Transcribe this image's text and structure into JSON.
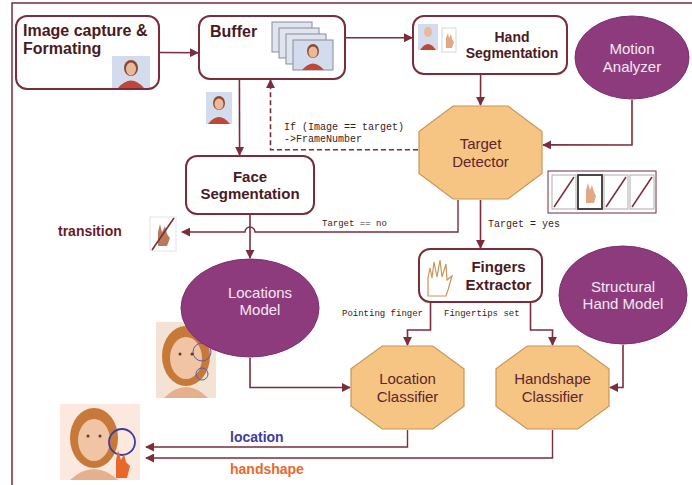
{
  "diagram": {
    "nodes": [
      {
        "text": [
          "Image capture & Formating"
        ]
      },
      {
        "text": [
          "Buffer"
        ]
      },
      {
        "text": [
          "Hand Segmentation"
        ]
      },
      {
        "text": [
          "Motion Analyzer"
        ]
      },
      {
        "text": [
          "Target Detector"
        ]
      },
      {
        "text": [
          "Face Segmentation"
        ]
      },
      {
        "text": [
          "Fingers Extractor"
        ]
      },
      {
        "text": [
          "Structural Hand Model"
        ]
      },
      {
        "text": [
          "Locations Model"
        ]
      },
      {
        "text": [
          "Location Classifier"
        ]
      },
      {
        "text": [
          "Handshape Classifier"
        ]
      }
    ],
    "edges": [
      {
        "from": 0,
        "to": 1,
        "arrow": "to"
      },
      {
        "from": 1,
        "to": 2,
        "arrow": "to"
      },
      {
        "from": 2,
        "to": 4,
        "arrow": "to"
      },
      {
        "from": 3,
        "to": 4,
        "arrow": "to"
      },
      {
        "from": 4,
        "to": 1,
        "label": "If (Image == target) ->FrameNumber",
        "arrow": "to"
      },
      {
        "from": 1,
        "to": 5,
        "arrow": "to"
      },
      {
        "from": 4,
        "to": 6,
        "label": "Target = yes",
        "arrow": "to"
      },
      {
        "from": 5,
        "to": 8,
        "arrow": "to"
      },
      {
        "from": 6,
        "to": 9,
        "label": "Pointing finger",
        "arrow": "to"
      },
      {
        "from": 6,
        "to": 10,
        "label": "Fingertips set",
        "arrow": "to"
      },
      {
        "from": 7,
        "to": 10,
        "arrow": "to"
      },
      {
        "from": 8,
        "to": 9,
        "arrow": "to"
      }
    ],
    "labels": [
      "transition",
      "Target == no",
      "location",
      "handshape"
    ]
  }
}
